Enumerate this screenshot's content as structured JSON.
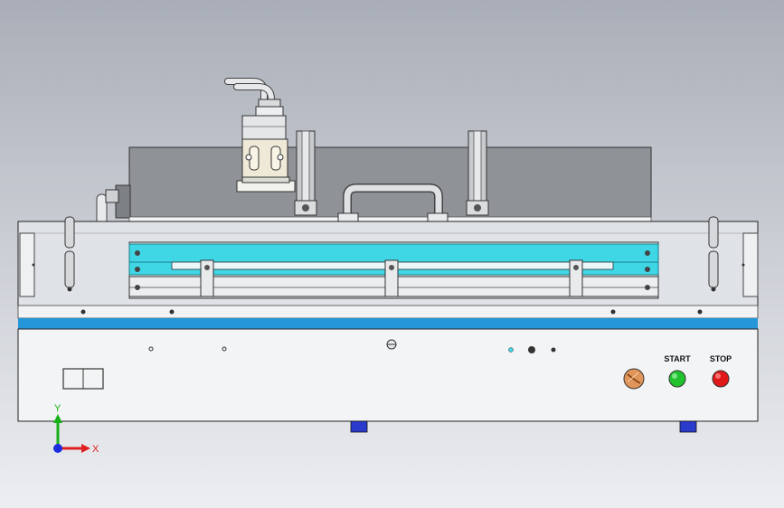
{
  "panel": {
    "start_label": "START",
    "stop_label": "STOP",
    "start_color": "#22c22e",
    "stop_color": "#e01818",
    "estop_color": "#e0955a"
  },
  "triad": {
    "x_label": "X",
    "y_label": "Y",
    "x_color": "#e02020",
    "y_color": "#18b018",
    "z_color": "#1a2ee0"
  },
  "colors": {
    "accent_blue": "#2596d8",
    "rail_cyan": "#3fd6e6",
    "feet_blue": "#2a3acc"
  }
}
